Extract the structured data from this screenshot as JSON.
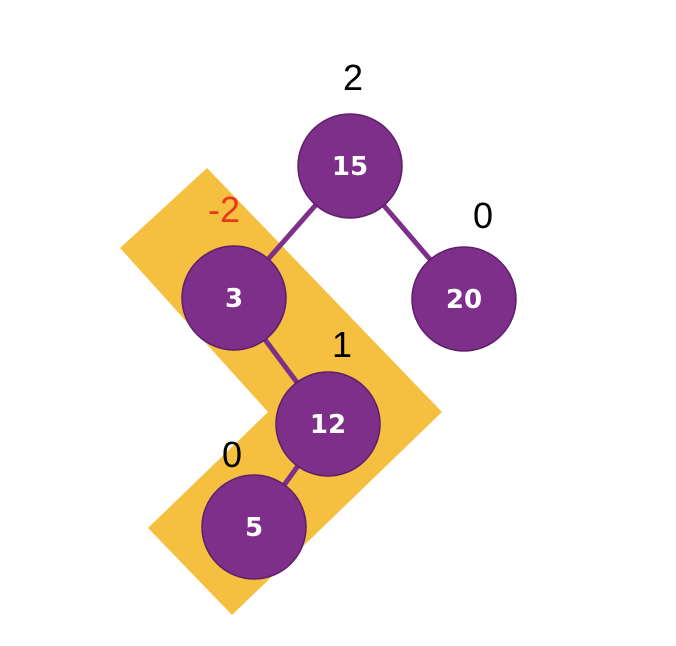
{
  "colors": {
    "node_fill": "#7d2f8a",
    "node_stroke": "#5e1f69",
    "edge": "#7d2f8a",
    "highlight": "#f5c040",
    "label_default": "#000000",
    "label_alert": "#e8381c",
    "node_text": "#ffffff"
  },
  "tree": {
    "nodes": [
      {
        "id": "n15",
        "value": "15",
        "balance_factor": "2",
        "alert": false
      },
      {
        "id": "n20",
        "value": "20",
        "balance_factor": "0",
        "alert": false
      },
      {
        "id": "n3",
        "value": "3",
        "balance_factor": "-2",
        "alert": true
      },
      {
        "id": "n12",
        "value": "12",
        "balance_factor": "1",
        "alert": false
      },
      {
        "id": "n5",
        "value": "5",
        "balance_factor": "0",
        "alert": false
      }
    ],
    "edges": [
      {
        "from": "n15",
        "to": "n3"
      },
      {
        "from": "n15",
        "to": "n20"
      },
      {
        "from": "n3",
        "to": "n12"
      },
      {
        "from": "n12",
        "to": "n5"
      }
    ],
    "highlighted_path": [
      "n3",
      "n12",
      "n5"
    ]
  }
}
